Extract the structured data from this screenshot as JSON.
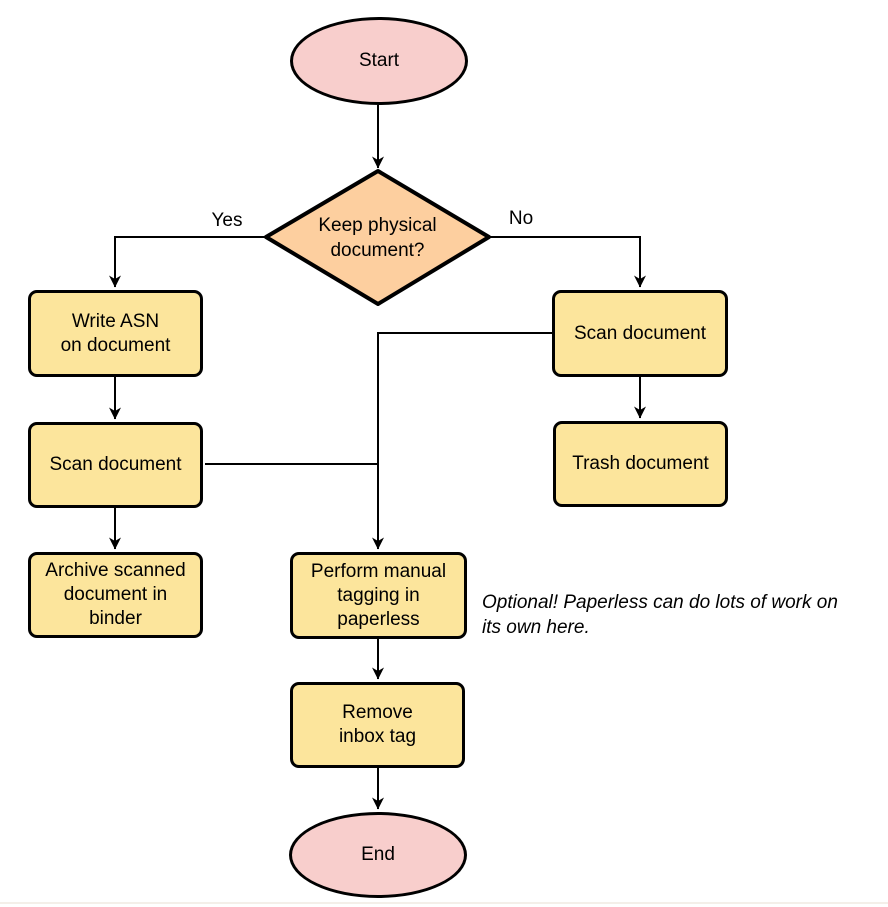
{
  "diagram_type": "flowchart",
  "colors": {
    "terminal_fill": "#f8cecc",
    "process_fill": "#fce59c",
    "decision_fill": "#fdcf9f",
    "stroke": "#000000",
    "text": "#000000",
    "background": "#ffffff"
  },
  "nodes": {
    "start": {
      "type": "terminal",
      "label": "Start"
    },
    "decision": {
      "type": "decision",
      "label": [
        "Keep physical",
        "document?"
      ]
    },
    "write_asn": {
      "type": "process",
      "label": [
        "Write ASN",
        "on document"
      ]
    },
    "scan_left": {
      "type": "process",
      "label": "Scan document"
    },
    "archive": {
      "type": "process",
      "label": [
        "Archive scanned",
        "document in",
        "binder"
      ]
    },
    "scan_right": {
      "type": "process",
      "label": "Scan document"
    },
    "trash": {
      "type": "process",
      "label": "Trash document"
    },
    "perform_tagging": {
      "type": "process",
      "label": [
        "Perform manual",
        "tagging in",
        "paperless"
      ]
    },
    "remove_inbox": {
      "type": "process",
      "label": [
        "Remove",
        "inbox tag"
      ]
    },
    "end": {
      "type": "terminal",
      "label": "End"
    }
  },
  "edge_labels": {
    "yes": "Yes",
    "no": "No"
  },
  "edges": [
    {
      "from": "start",
      "to": "decision"
    },
    {
      "from": "decision",
      "to": "write_asn",
      "label": "Yes"
    },
    {
      "from": "decision",
      "to": "scan_right",
      "label": "No"
    },
    {
      "from": "write_asn",
      "to": "scan_left"
    },
    {
      "from": "scan_left",
      "to": "archive"
    },
    {
      "from": "scan_right",
      "to": "trash"
    },
    {
      "from": "scan_right",
      "to": "perform_tagging"
    },
    {
      "from": "scan_left",
      "to": "perform_tagging"
    },
    {
      "from": "perform_tagging",
      "to": "remove_inbox"
    },
    {
      "from": "remove_inbox",
      "to": "end"
    }
  ],
  "annotation": {
    "text": [
      "Optional! Paperless can do lots of work on",
      "its own here."
    ]
  }
}
